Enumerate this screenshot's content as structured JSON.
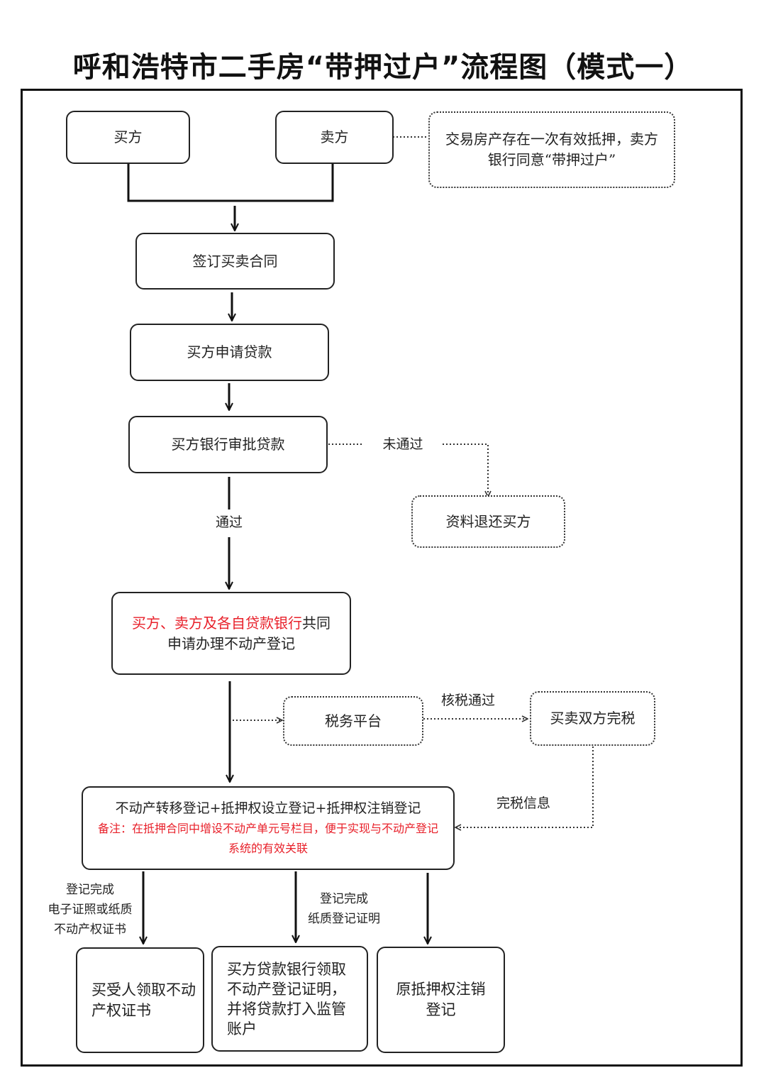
{
  "title": "呼和浩特市二手房“带押过户”流程图（模式一）",
  "boxes": {
    "buyer": "买方",
    "seller": "卖方",
    "mortgage_note": "交易房产存在一次有效抵押，卖方银行同意“带押过户”",
    "sign_contract": "签订买卖合同",
    "buyer_apply_loan": "买方申请贷款",
    "bank_approve": "买方银行审批贷款",
    "return_docs": "资料退还买方",
    "joint_apply_red": "买方、卖方及各自贷款银行",
    "joint_apply_black1": "共同",
    "joint_apply_black2": "申请办理不动产登记",
    "tax_platform": "税务平台",
    "tax_done": "买卖双方完税",
    "registration_main": "不动产转移登记+抵押权设立登记+抵押权注销登记",
    "registration_note": "备注：在抵押合同中增设不动产单元号栏目，便于实现与不动产登记系统的有效关联",
    "collect_cert": "买受人领取不动产权证书",
    "bank_collect": "买方贷款银行领取不动产登记证明，并将贷款打入监管账户",
    "cancel_mortgage": "原抵押权注销登记"
  },
  "labels": {
    "not_passed": "未通过",
    "passed": "通过",
    "tax_verified": "核税通过",
    "tax_info": "完税信息",
    "reg_done_left_1": "登记完成",
    "reg_done_left_2": "电子证照或纸质",
    "reg_done_left_3": "不动产权证书",
    "reg_done_mid_1": "登记完成",
    "reg_done_mid_2": "纸质登记证明"
  }
}
